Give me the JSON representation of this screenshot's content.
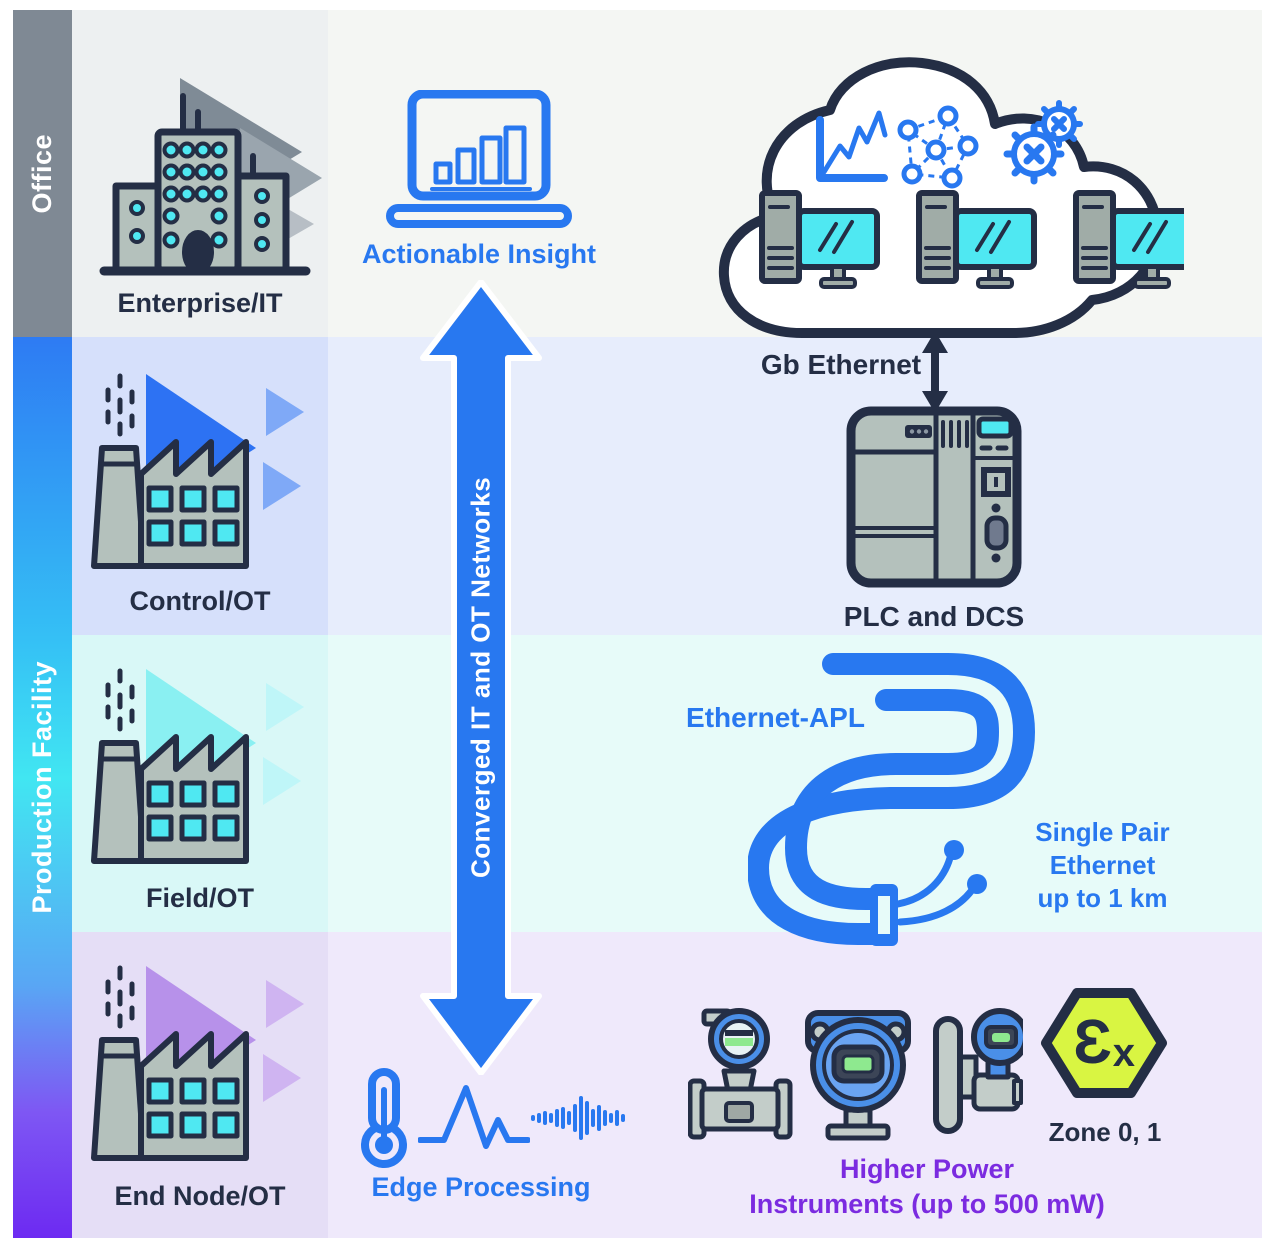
{
  "colors": {
    "accent_blue": "#2878f0",
    "navy": "#242e45",
    "purple_text": "#7b2be0",
    "office_band": "#7f8994",
    "band_top": "#2e7bf3",
    "band_mid": "#41e6f2",
    "band_bottom": "#6d2af2",
    "ex_yellow": "#d9f542",
    "window_cyan": "#4fe8f2",
    "screen_green": "#8ee98f",
    "instrument_blue": "#4a8fe8",
    "device_gray": "#b4c1bc"
  },
  "bands": {
    "office": "Office",
    "production": "Production Facility"
  },
  "rows": {
    "enterprise": {
      "label": "Enterprise/IT"
    },
    "control": {
      "label": "Control/OT"
    },
    "field": {
      "label": "Field/OT"
    },
    "endnode": {
      "label": "End Node/OT"
    }
  },
  "middle": {
    "actionable_insight": "Actionable Insight",
    "converged_arrow": "Converged IT and OT Networks",
    "edge_processing": "Edge Processing"
  },
  "network": {
    "gb_ethernet": "Gb Ethernet",
    "plc_dcs": "PLC and DCS",
    "ethernet_apl": "Ethernet-APL",
    "spe_line1": "Single Pair Ethernet",
    "spe_line2": "up to 1 km"
  },
  "hazard": {
    "ex_epsilon": "Ɛ",
    "ex_x": "x",
    "zone": "Zone 0, 1"
  },
  "instruments_label": {
    "line1": "Higher Power",
    "line2": "Instruments (up to 500 mW)"
  },
  "icons": [
    "office-building-icon",
    "factory-icon",
    "laptop-chart-icon",
    "cloud-icon",
    "line-chart-icon",
    "network-graph-icon",
    "gears-icon",
    "server-icon",
    "monitor-icon",
    "converged-networks-arrow",
    "gb-ethernet-arrow",
    "plc-dcs-icon",
    "apl-cable-icon",
    "thermometer-icon",
    "waveform-icon",
    "audio-signal-icon",
    "flow-meter-icon",
    "transmitter-icon",
    "clamp-transmitter-icon",
    "ex-hexagon-icon"
  ]
}
